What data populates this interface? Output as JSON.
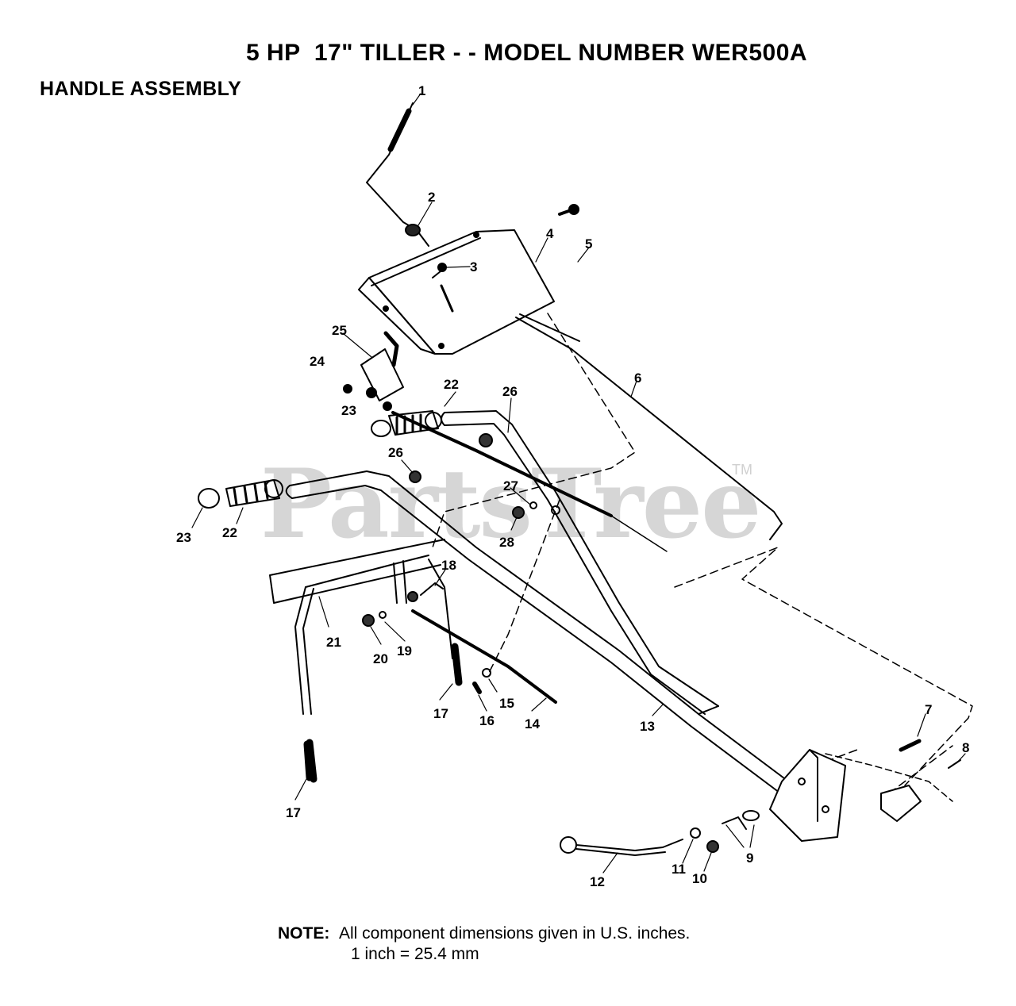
{
  "header": {
    "title": "5 HP  17\" TILLER - - MODEL NUMBER WER500A",
    "subtitle": "HANDLE ASSEMBLY"
  },
  "watermark": {
    "text": "PartsTree",
    "tm": "TM"
  },
  "note": {
    "label": "NOTE:",
    "line1": "All component dimensions given in U.S. inches.",
    "line2": "1 inch = 25.4 mm"
  },
  "callouts": {
    "c1": "1",
    "c2": "2",
    "c3": "3",
    "c4": "4",
    "c5": "5",
    "c6": "6",
    "c7": "7",
    "c8": "8",
    "c9": "9",
    "c10": "10",
    "c11": "11",
    "c12": "12",
    "c13": "13",
    "c14": "14",
    "c15": "15",
    "c16": "16",
    "c17a": "17",
    "c17b": "17",
    "c18": "18",
    "c19": "19",
    "c20": "20",
    "c21": "21",
    "c22a": "22",
    "c22b": "22",
    "c23a": "23",
    "c23b": "23",
    "c24": "24",
    "c25": "25",
    "c26a": "26",
    "c26b": "26",
    "c27": "27",
    "c28": "28"
  }
}
